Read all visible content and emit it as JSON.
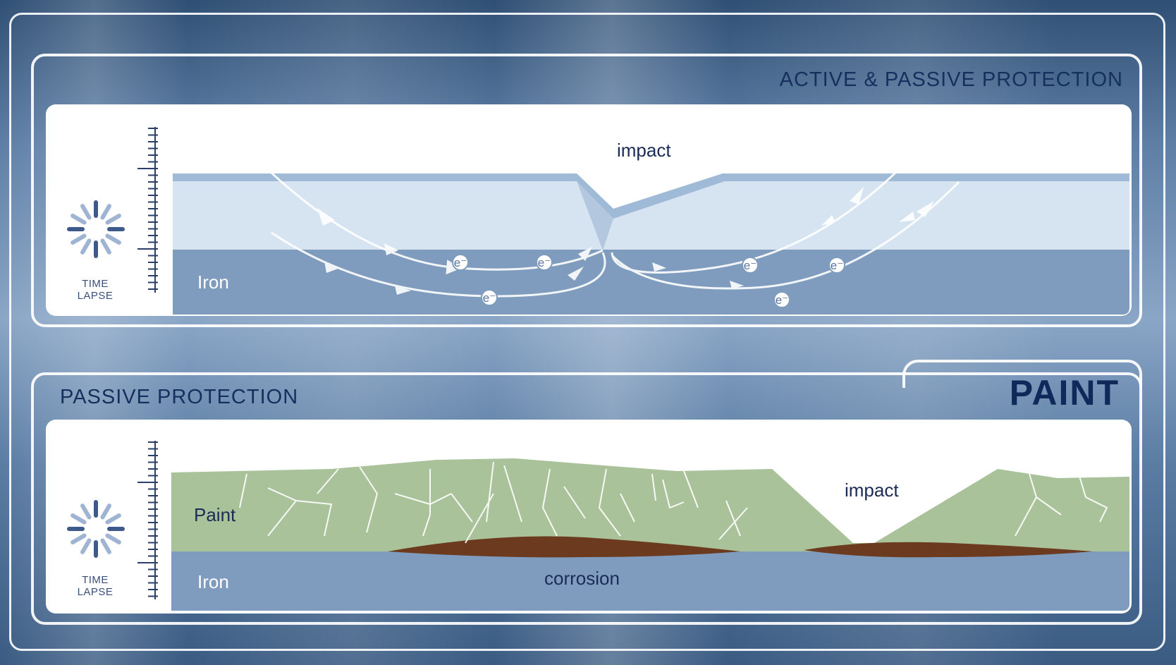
{
  "top_panel": {
    "title": "ACTIVE & PASSIVE PROTECTION",
    "impact_label": "impact",
    "iron_label": "Iron",
    "electron_label": "e",
    "timelapse_line1": "TIME",
    "timelapse_line2": "LAPSE"
  },
  "bottom_panel": {
    "title": "PASSIVE PROTECTION",
    "badge": "PAINT",
    "paint_label": "Paint",
    "iron_label": "Iron",
    "impact_label": "impact",
    "corrosion_label": "corrosion",
    "timelapse_line1": "TIME",
    "timelapse_line2": "LAPSE"
  },
  "colors": {
    "title_navy": "#15305e",
    "coating_light_blue": "#d6e4f2",
    "iron_blue": "#7f9cbe",
    "paint_green": "#a9c29a",
    "corrosion_brown": "#6b3a1f"
  }
}
